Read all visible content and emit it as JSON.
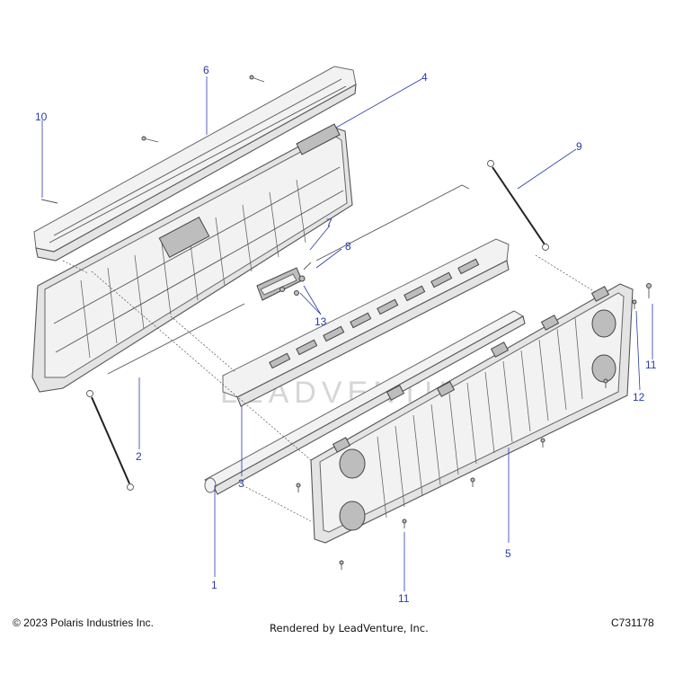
{
  "diagram": {
    "watermark": "LEADVENTURE",
    "callouts": [
      {
        "id": "c1",
        "label": "1"
      },
      {
        "id": "c2",
        "label": "2"
      },
      {
        "id": "c3",
        "label": "3"
      },
      {
        "id": "c4",
        "label": "4"
      },
      {
        "id": "c5",
        "label": "5"
      },
      {
        "id": "c6",
        "label": "6"
      },
      {
        "id": "c7",
        "label": "7"
      },
      {
        "id": "c8",
        "label": "8"
      },
      {
        "id": "c9",
        "label": "9"
      },
      {
        "id": "c10",
        "label": "10"
      },
      {
        "id": "c11a",
        "label": "11"
      },
      {
        "id": "c11b",
        "label": "11"
      },
      {
        "id": "c12",
        "label": "12"
      },
      {
        "id": "c13",
        "label": "13"
      }
    ]
  },
  "footer": {
    "copyright": "© 2023 Polaris Industries Inc.",
    "rendered_by": "Rendered by LeadVenture, Inc.",
    "diagram_id": "C731178"
  }
}
